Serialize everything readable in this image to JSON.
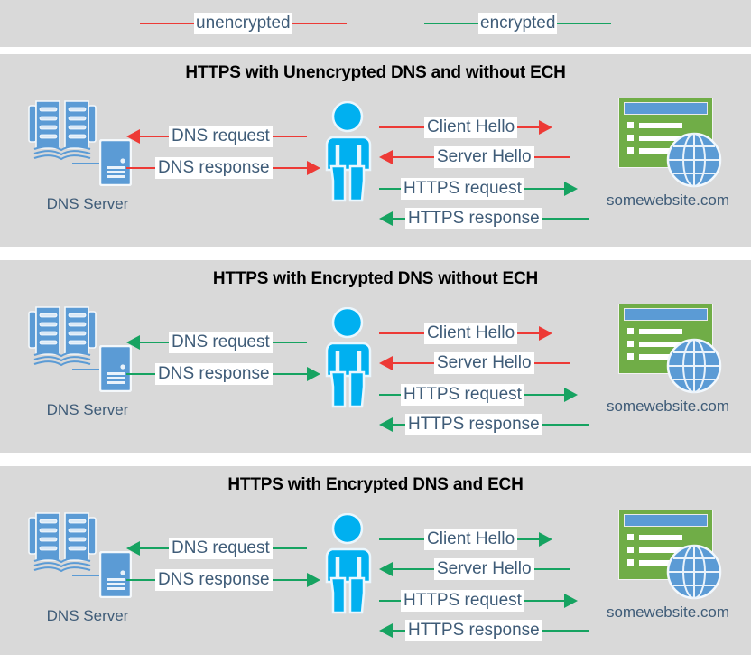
{
  "colors": {
    "unencrypted": "#ed3a36",
    "encrypted": "#16a361",
    "panel_bg": "#d9d9d9",
    "text_blue": "#3f5c78",
    "title_black": "#000000",
    "icon_blue": "#00b0f0",
    "browser_green": "#70ad47",
    "browser_bar_blue": "#5b9bd5",
    "globe_blue": "#5b9bd5",
    "book_blue": "#5b9bd5"
  },
  "legend": {
    "items": [
      {
        "label": "unencrypted",
        "color_key": "unencrypted"
      },
      {
        "label": "encrypted",
        "color_key": "encrypted"
      }
    ]
  },
  "nodes": {
    "dns_label": "DNS Server",
    "website_label": "somewebsite.com",
    "dns_icon": "address-book-icon",
    "server_icon": "server-icon",
    "user_icon": "person-icon",
    "browser_icon": "browser-window-icon",
    "globe_icon": "globe-icon"
  },
  "panels": [
    {
      "title": "HTTPS with Unencrypted DNS and without ECH",
      "dns_flows": [
        {
          "label": "DNS request",
          "direction": "left",
          "color_key": "unencrypted"
        },
        {
          "label": "DNS response",
          "direction": "right",
          "color_key": "unencrypted"
        }
      ],
      "net_flows": [
        {
          "label": "Client Hello",
          "direction": "right",
          "color_key": "unencrypted"
        },
        {
          "label": "Server Hello",
          "direction": "left",
          "color_key": "unencrypted"
        },
        {
          "label": "HTTPS request",
          "direction": "right",
          "color_key": "encrypted"
        },
        {
          "label": "HTTPS response",
          "direction": "left",
          "color_key": "encrypted"
        }
      ]
    },
    {
      "title": "HTTPS with Encrypted DNS without ECH",
      "dns_flows": [
        {
          "label": "DNS request",
          "direction": "left",
          "color_key": "encrypted"
        },
        {
          "label": "DNS response",
          "direction": "right",
          "color_key": "encrypted"
        }
      ],
      "net_flows": [
        {
          "label": "Client Hello",
          "direction": "right",
          "color_key": "unencrypted"
        },
        {
          "label": "Server Hello",
          "direction": "left",
          "color_key": "unencrypted"
        },
        {
          "label": "HTTPS request",
          "direction": "right",
          "color_key": "encrypted"
        },
        {
          "label": "HTTPS response",
          "direction": "left",
          "color_key": "encrypted"
        }
      ]
    },
    {
      "title": "HTTPS with Encrypted DNS and ECH",
      "dns_flows": [
        {
          "label": "DNS request",
          "direction": "left",
          "color_key": "encrypted"
        },
        {
          "label": "DNS response",
          "direction": "right",
          "color_key": "encrypted"
        }
      ],
      "net_flows": [
        {
          "label": "Client Hello",
          "direction": "right",
          "color_key": "encrypted"
        },
        {
          "label": "Server Hello",
          "direction": "left",
          "color_key": "encrypted"
        },
        {
          "label": "HTTPS request",
          "direction": "right",
          "color_key": "encrypted"
        },
        {
          "label": "HTTPS response",
          "direction": "left",
          "color_key": "encrypted"
        }
      ]
    }
  ]
}
